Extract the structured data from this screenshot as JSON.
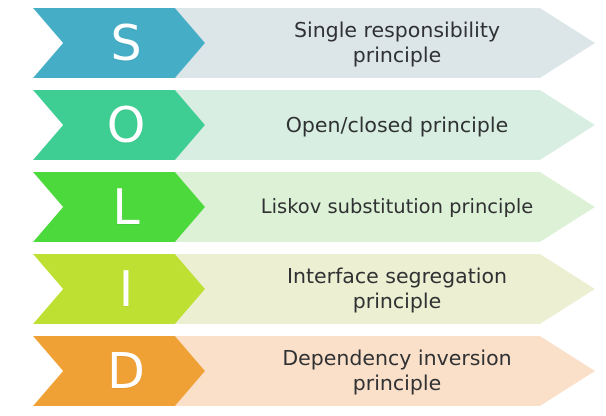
{
  "diagram": {
    "name": "SOLID principles",
    "acronym": "SOLID",
    "background_color": "#ffffff",
    "text_color": "#2f3133",
    "letter_color": "#ffffff",
    "rows": [
      {
        "letter": "S",
        "label": "Single responsibility\nprinciple",
        "accent_color": "#45aec6",
        "accent_color_light": "#3fa9c2",
        "banner_color": "#dce5e7"
      },
      {
        "letter": "O",
        "label": "Open/closed principle",
        "accent_color": "#3ece93",
        "accent_color_light": "#35c68b",
        "banner_color": "#d8eee2"
      },
      {
        "letter": "L",
        "label": "Liskov substitution principle",
        "accent_color": "#4bd93b",
        "accent_color_light": "#40d130",
        "banner_color": "#ddf1d6"
      },
      {
        "letter": "I",
        "label": "Interface segregation\nprinciple",
        "accent_color": "#bee033",
        "accent_color_light": "#b6dc28",
        "banner_color": "#ecefd2"
      },
      {
        "letter": "D",
        "label": "Dependency inversion\nprinciple",
        "accent_color": "#f0a136",
        "accent_color_light": "#ec982b",
        "banner_color": "#fadfc9"
      }
    ]
  }
}
